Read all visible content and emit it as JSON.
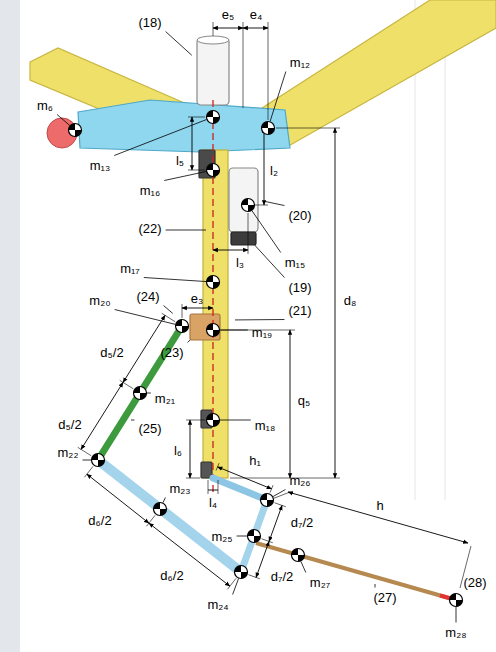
{
  "diagram": {
    "labels": [
      "(18)",
      "e₅",
      "e₄",
      "m₁₂",
      "m₆",
      "m₁₃",
      "l₅",
      "l₂",
      "m₁₆",
      "(20)",
      "(22)",
      "m₁₅",
      "l₃",
      "(19)",
      "m₁₇",
      "(21)",
      "d₈",
      "m₂₀",
      "(24)",
      "e₃",
      "m₁₉",
      "d₅/2",
      "m₂₁",
      "(23)",
      "q₅",
      "(25)",
      "d₅/2",
      "m₁₈",
      "l₆",
      "h₁",
      "m₂₂",
      "l₄",
      "m₂₆",
      "d₆/2",
      "m₂₃",
      "h",
      "d₇/2",
      "m₂₅",
      "(27)",
      "d₆/2",
      "m₂₄",
      "d₇/2",
      "m₂₇",
      "(28)",
      "m₂₈"
    ]
  }
}
